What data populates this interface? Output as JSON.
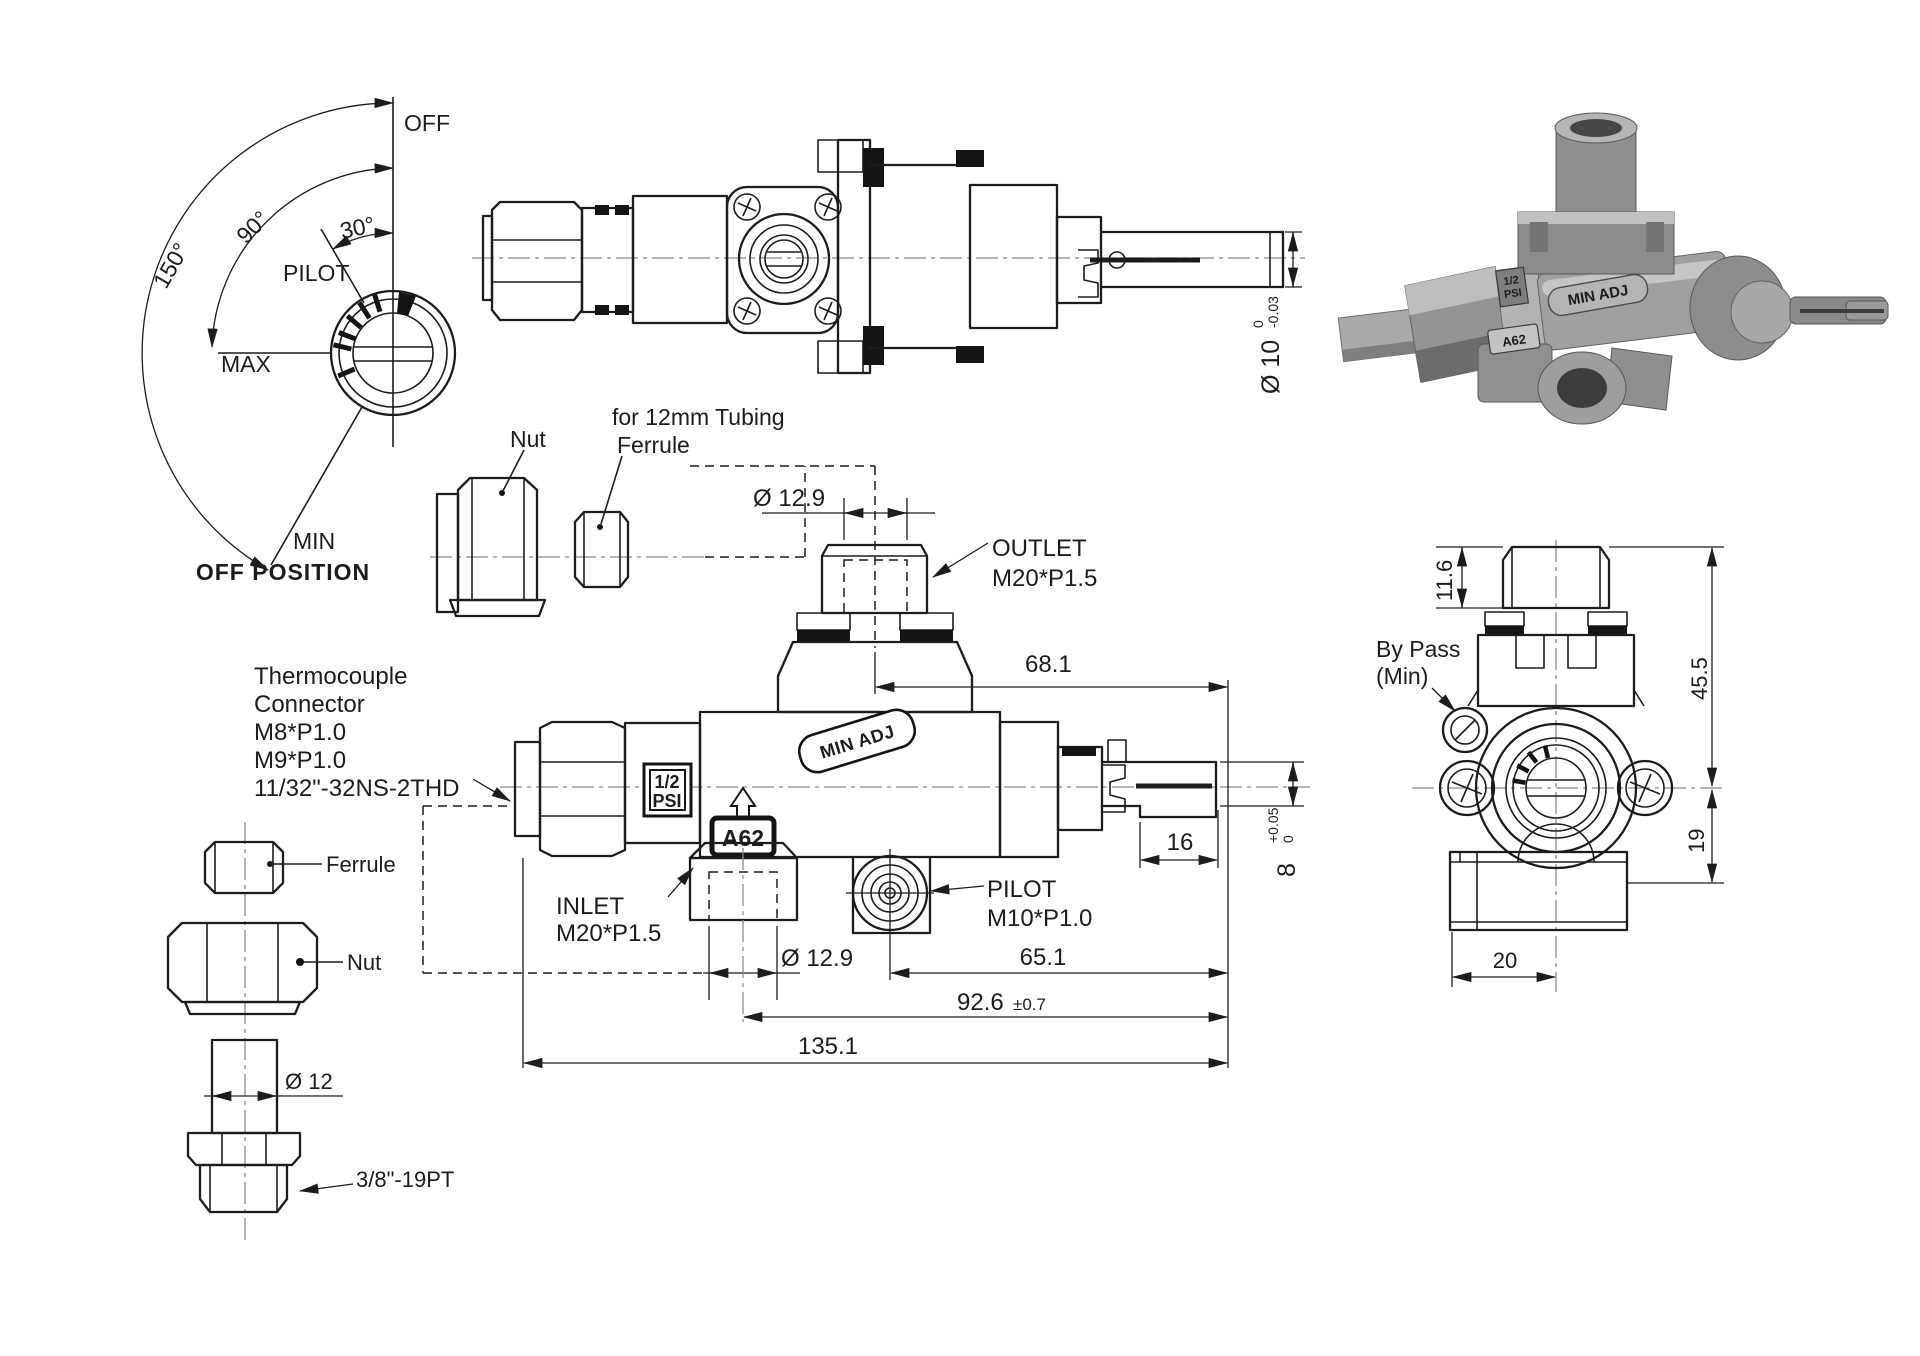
{
  "dial": {
    "off": "OFF",
    "angle30": "30°",
    "angle90": "90°",
    "angle150": "150°",
    "pilot": "PILOT",
    "max": "MAX",
    "min": "MIN",
    "caption": "OFF  POSITION"
  },
  "side_view": {
    "dia10": "Ø 10",
    "dia10_tol_upper": "0",
    "dia10_tol_lower": "-0.03"
  },
  "photo": {
    "psi_line1": "1/2",
    "psi_line2": "PSI",
    "min_adj": "MIN ADJ",
    "a62": "A62"
  },
  "fittings": {
    "nut": "Nut",
    "tubing": "for 12mm Tubing",
    "ferrule": "Ferrule"
  },
  "outlet": {
    "label_line1": "OUTLET",
    "label_line2": "M20*P1.5",
    "bore": "Ø 12.9",
    "dim_68": "68.1"
  },
  "thermocouple": {
    "line1": "Thermocouple",
    "line2": "Connector",
    "line3": "M8*P1.0",
    "line4": "M9*P1.0",
    "line5": "11/32\"-32NS-2THD"
  },
  "main_view": {
    "psi_line1": "1/2",
    "psi_line2": "PSI",
    "a62": "A62",
    "min_adj": "MIN ADJ",
    "inlet_line1": "INLET",
    "inlet_line2": "M20*P1.5",
    "pilot_line1": "PILOT",
    "pilot_line2": "M10*P1.0",
    "bore": "Ø 12.9",
    "dim_65": "65.1",
    "dim_92": "92.6",
    "dim_92_tol": "±0.7",
    "dim_135": "135.1",
    "dim_16": "16",
    "dim_8": "8",
    "dim_8_tol_upper": "+0.05",
    "dim_8_tol_lower": "0"
  },
  "parts_column": {
    "ferrule": "Ferrule",
    "nut": "Nut",
    "dia12": "Ø 12",
    "thread": "3/8\"-19PT"
  },
  "right_view": {
    "dim_116": "11.6",
    "bypass_line1": "By Pass",
    "bypass_line2": "(Min)",
    "dim_455": "45.5",
    "dim_19": "19",
    "dim_20": "20"
  }
}
